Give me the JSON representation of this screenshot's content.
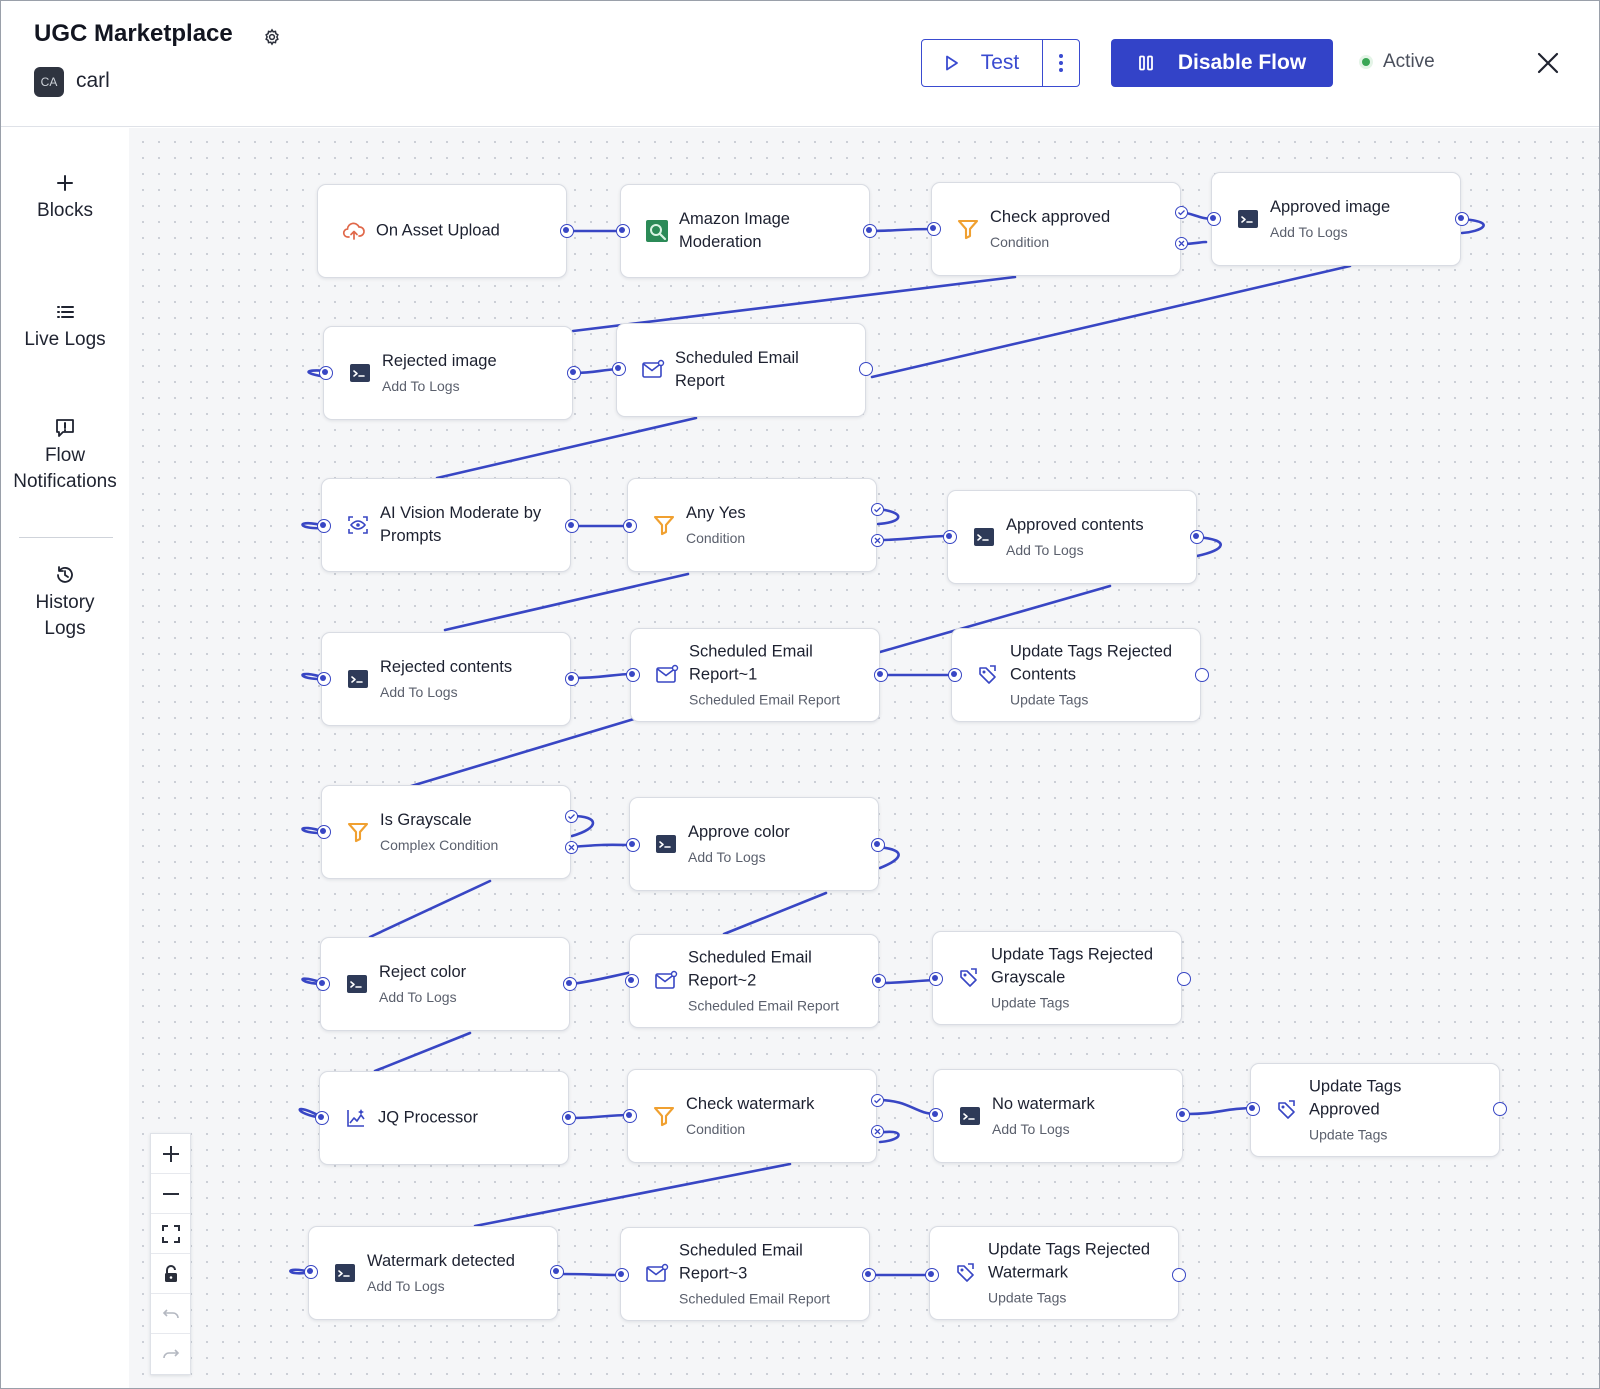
{
  "header": {
    "title": "UGC Marketplace",
    "avatar_initials": "CA",
    "user_name": "carl",
    "test_label": "Test",
    "disable_label": "Disable Flow",
    "status_label": "Active"
  },
  "sidebar": {
    "items": [
      {
        "label": "Blocks",
        "icon": "plus-icon"
      },
      {
        "label": "Live Logs",
        "icon": "list-icon"
      },
      {
        "label": "Flow Notifications",
        "icon": "alert-icon"
      },
      {
        "label": "History Logs",
        "icon": "history-icon"
      }
    ]
  },
  "colors": {
    "accent": "#3343c8",
    "edge": "#3846c4",
    "condition": "#f0a030",
    "active": "#3aa655"
  },
  "nodes": [
    {
      "id": "n1",
      "title": "On Asset Upload",
      "subtitle": "",
      "icon": "cloud-upload-icon"
    },
    {
      "id": "n2",
      "title": "Amazon Image Moderation",
      "subtitle": "",
      "icon": "image-search-icon"
    },
    {
      "id": "n3",
      "title": "Check approved",
      "subtitle": "Condition",
      "icon": "filter-icon"
    },
    {
      "id": "n4",
      "title": "Approved image",
      "subtitle": "Add To Logs",
      "icon": "terminal-icon"
    },
    {
      "id": "n5",
      "title": "Rejected image",
      "subtitle": "Add To Logs",
      "icon": "terminal-icon"
    },
    {
      "id": "n6",
      "title": "Scheduled Email Report",
      "subtitle": "",
      "icon": "mail-icon"
    },
    {
      "id": "n7",
      "title": "AI Vision Moderate by Prompts",
      "subtitle": "",
      "icon": "eye-scan-icon"
    },
    {
      "id": "n8",
      "title": "Any Yes",
      "subtitle": "Condition",
      "icon": "filter-icon"
    },
    {
      "id": "n9",
      "title": "Approved contents",
      "subtitle": "Add To Logs",
      "icon": "terminal-icon"
    },
    {
      "id": "n10",
      "title": "Rejected contents",
      "subtitle": "Add To Logs",
      "icon": "terminal-icon"
    },
    {
      "id": "n11",
      "title": "Scheduled Email Report~1",
      "subtitle": "Scheduled Email Report",
      "icon": "mail-icon"
    },
    {
      "id": "n12",
      "title": "Update Tags Rejected Contents",
      "subtitle": "Update Tags",
      "icon": "tag-icon"
    },
    {
      "id": "n13",
      "title": "Is Grayscale",
      "subtitle": "Complex Condition",
      "icon": "filter-icon"
    },
    {
      "id": "n14",
      "title": "Approve color",
      "subtitle": "Add To Logs",
      "icon": "terminal-icon"
    },
    {
      "id": "n15",
      "title": "Reject color",
      "subtitle": "Add To Logs",
      "icon": "terminal-icon"
    },
    {
      "id": "n16",
      "title": "Scheduled Email Report~2",
      "subtitle": "Scheduled Email Report",
      "icon": "mail-icon"
    },
    {
      "id": "n17",
      "title": "Update Tags Rejected Grayscale",
      "subtitle": "Update Tags",
      "icon": "tag-icon"
    },
    {
      "id": "n18",
      "title": "JQ Processor",
      "subtitle": "",
      "icon": "image-chart-icon"
    },
    {
      "id": "n19",
      "title": "Check watermark",
      "subtitle": "Condition",
      "icon": "filter-icon"
    },
    {
      "id": "n20",
      "title": "No watermark",
      "subtitle": "Add To Logs",
      "icon": "terminal-icon"
    },
    {
      "id": "n21",
      "title": "Update Tags Approved",
      "subtitle": "Update Tags",
      "icon": "tag-icon"
    },
    {
      "id": "n22",
      "title": "Watermark detected",
      "subtitle": "Add To Logs",
      "icon": "terminal-icon"
    },
    {
      "id": "n23",
      "title": "Scheduled Email Report~3",
      "subtitle": "Scheduled Email Report",
      "icon": "mail-icon"
    },
    {
      "id": "n24",
      "title": "Update Tags Rejected Watermark",
      "subtitle": "Update Tags",
      "icon": "tag-icon"
    }
  ]
}
